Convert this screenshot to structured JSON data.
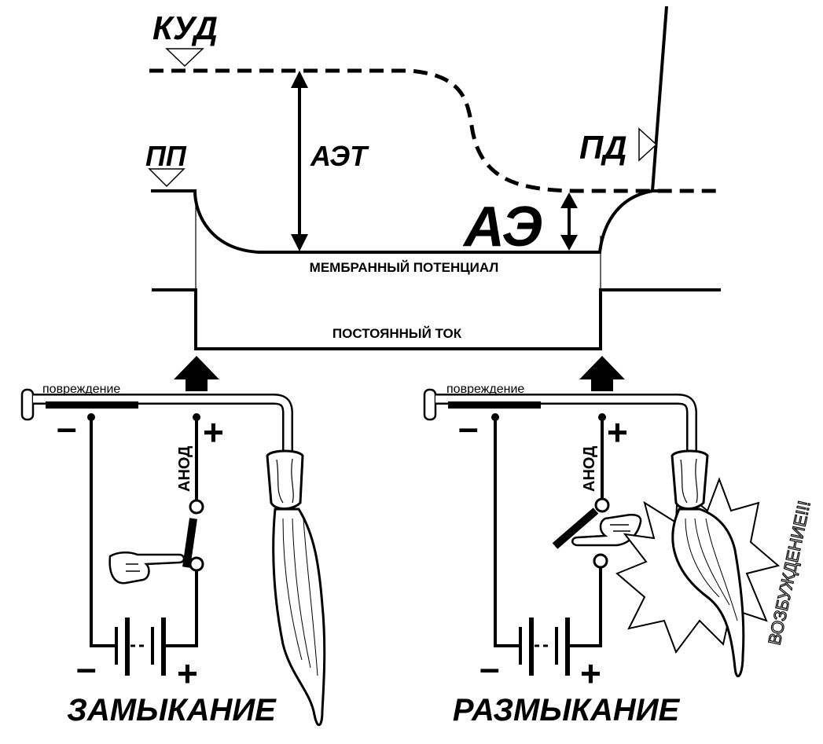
{
  "diagram": {
    "labels": {
      "kud": "КУД",
      "pp": "ПП",
      "pd": "ПД",
      "aet": "АЭТ",
      "ae": "АЭ",
      "membrane_potential": "МЕМБРАННЫЙ ПОТЕНЦИАЛ",
      "direct_current": "ПОСТОЯННЫЙ ТОК"
    },
    "left_circuit": {
      "damage_label": "повреждение",
      "anode_label": "АНОД",
      "minus_top": "–",
      "plus_top": "+",
      "minus_bottom": "–",
      "plus_bottom": "+",
      "caption": "ЗАМЫКАНИЕ"
    },
    "right_circuit": {
      "damage_label": "повреждение",
      "anode_label": "АНОД",
      "minus_top": "–",
      "plus_top": "+",
      "minus_bottom": "–",
      "plus_bottom": "+",
      "caption": "РАЗМЫКАНИЕ",
      "excitation_label": "ВОЗБУЖДЕНИЕ!!!"
    }
  }
}
